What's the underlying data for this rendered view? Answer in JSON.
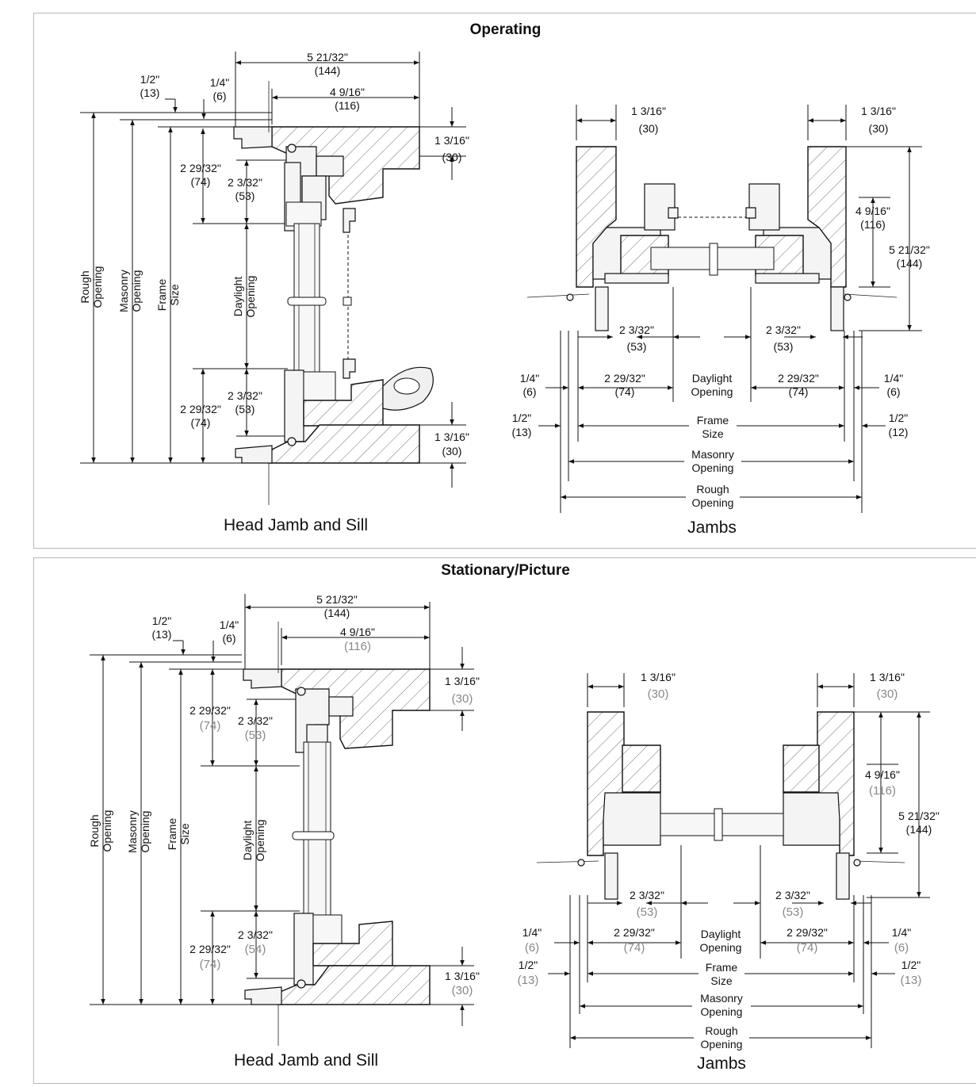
{
  "operating": {
    "title": "Operating",
    "head": {
      "caption": "Head Jamb and Sill",
      "top_overall": "5 21/32\"",
      "top_overall_mm": "(144)",
      "top_inner": "4 9/16\"",
      "top_inner_mm": "(116)",
      "half": "1/2\"",
      "half_mm": "(13)",
      "quarter": "1/4\"",
      "quarter_mm": "(6)",
      "head_frame": "2 29/32\"",
      "head_frame_mm": "(74)",
      "head_sash": "2 3/32\"",
      "head_sash_mm": "(53)",
      "head_depth": "1 3/16\"",
      "head_depth_mm": "(30)",
      "sill_frame": "2 29/32\"",
      "sill_frame_mm": "(74)",
      "sill_sash": "2 3/32\"",
      "sill_sash_mm": "(53)",
      "sill_depth": "1 3/16\"",
      "sill_depth_mm": "(30)",
      "rough": [
        "Rough",
        "Opening"
      ],
      "masonry": [
        "Masonry",
        "Opening"
      ],
      "frame": [
        "Frame",
        "Size"
      ],
      "daylight": [
        "Daylight",
        "Opening"
      ]
    },
    "jambs": {
      "caption": "Jambs",
      "left_depth": "1 3/16\"",
      "left_depth_mm": "(30)",
      "right_depth": "1 3/16\"",
      "right_depth_mm": "(30)",
      "inner": "4 9/16\"",
      "inner_mm": "(116)",
      "overall": "5 21/32\"",
      "overall_mm": "(144)",
      "left_sash": "2 3/32\"",
      "left_sash_mm": "(53)",
      "right_sash": "2 3/32\"",
      "right_sash_mm": "(53)",
      "left_frame": "2 29/32\"",
      "left_frame_mm": "(74)",
      "right_frame": "2 29/32\"",
      "right_frame_mm": "(74)",
      "left_quarter": "1/4\"",
      "left_quarter_mm": "(6)",
      "right_quarter": "1/4\"",
      "right_quarter_mm": "(6)",
      "left_half": "1/2\"",
      "left_half_mm": "(13)",
      "right_half": "1/2\"",
      "right_half_mm": "(12)",
      "daylight": [
        "Daylight",
        "Opening"
      ],
      "frame": [
        "Frame",
        "Size"
      ],
      "masonry": [
        "Masonry",
        "Opening"
      ],
      "rough": [
        "Rough",
        "Opening"
      ]
    }
  },
  "stationary": {
    "title": "Stationary/Picture",
    "head": {
      "caption": "Head Jamb and Sill",
      "top_overall": "5 21/32\"",
      "top_overall_mm": "(144)",
      "top_inner": "4 9/16\"",
      "top_inner_mm": "(116)",
      "half": "1/2\"",
      "half_mm": "(13)",
      "quarter": "1/4\"",
      "quarter_mm": "(6)",
      "head_frame": "2 29/32\"",
      "head_frame_mm": "(74)",
      "head_sash": "2 3/32\"",
      "head_sash_mm": "(53)",
      "head_depth": "1 3/16\"",
      "head_depth_mm": "(30)",
      "sill_frame": "2 29/32\"",
      "sill_frame_mm": "(74)",
      "sill_sash": "2 3/32\"",
      "sill_sash_mm": "(54)",
      "sill_depth": "1 3/16\"",
      "sill_depth_mm": "(30)",
      "rough": [
        "Rough",
        "Opening"
      ],
      "masonry": [
        "Masonry",
        "Opening"
      ],
      "frame": [
        "Frame",
        "Size"
      ],
      "daylight": [
        "Daylight",
        "Opening"
      ]
    },
    "jambs": {
      "caption": "Jambs",
      "left_depth": "1 3/16\"",
      "left_depth_mm": "(30)",
      "right_depth": "1 3/16\"",
      "right_depth_mm": "(30)",
      "inner": "4 9/16\"",
      "inner_mm": "(116)",
      "overall": "5 21/32\"",
      "overall_mm": "(144)",
      "left_sash": "2 3/32\"",
      "left_sash_mm": "(53)",
      "right_sash": "2 3/32\"",
      "right_sash_mm": "(53)",
      "left_frame": "2 29/32\"",
      "left_frame_mm": "(74)",
      "right_frame": "2 29/32\"",
      "right_frame_mm": "(74)",
      "left_quarter": "1/4\"",
      "left_quarter_mm": "(6)",
      "right_quarter": "1/4\"",
      "right_quarter_mm": "(6)",
      "left_half": "1/2\"",
      "left_half_mm": "(13)",
      "right_half": "1/2\"",
      "right_half_mm": "(13)",
      "daylight": [
        "Daylight",
        "Opening"
      ],
      "frame": [
        "Frame",
        "Size"
      ],
      "masonry": [
        "Masonry",
        "Opening"
      ],
      "rough": [
        "Rough",
        "Opening"
      ]
    }
  }
}
